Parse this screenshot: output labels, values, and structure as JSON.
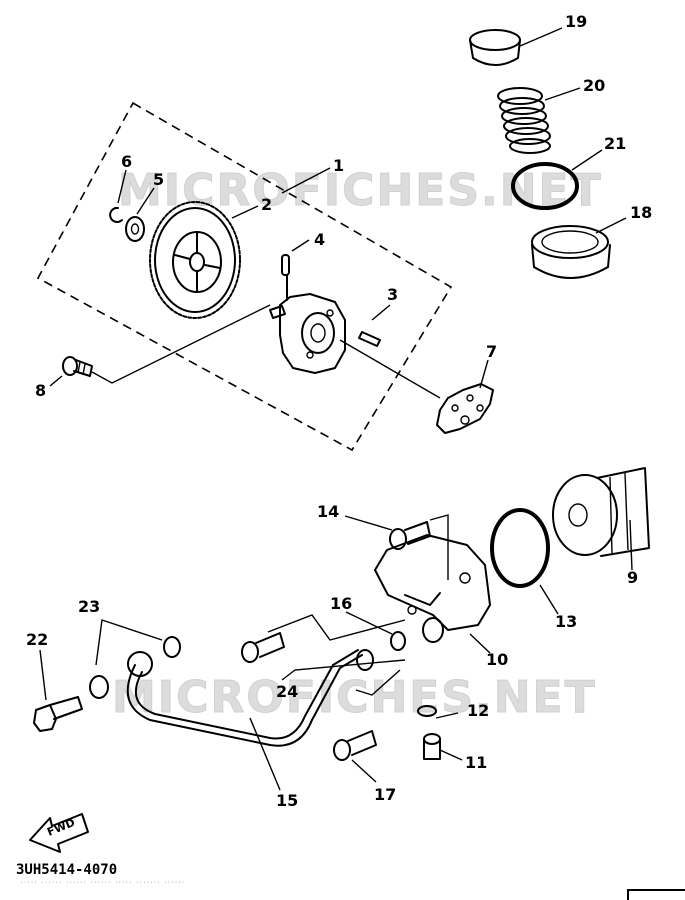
{
  "watermark": {
    "top": "MICROFICHES.NET",
    "bottom": "MICROFICHES.NET"
  },
  "reference_code": "3UH5414-4070",
  "small_print": "·····  ······ ······  ······ ·····  ······· ······",
  "fwd_label": "FWD",
  "callouts": [
    "1",
    "2",
    "3",
    "4",
    "5",
    "6",
    "7",
    "8",
    "9",
    "10",
    "11",
    "12",
    "13",
    "14",
    "15",
    "16",
    "17",
    "18",
    "19",
    "20",
    "21",
    "22",
    "23",
    "24"
  ]
}
